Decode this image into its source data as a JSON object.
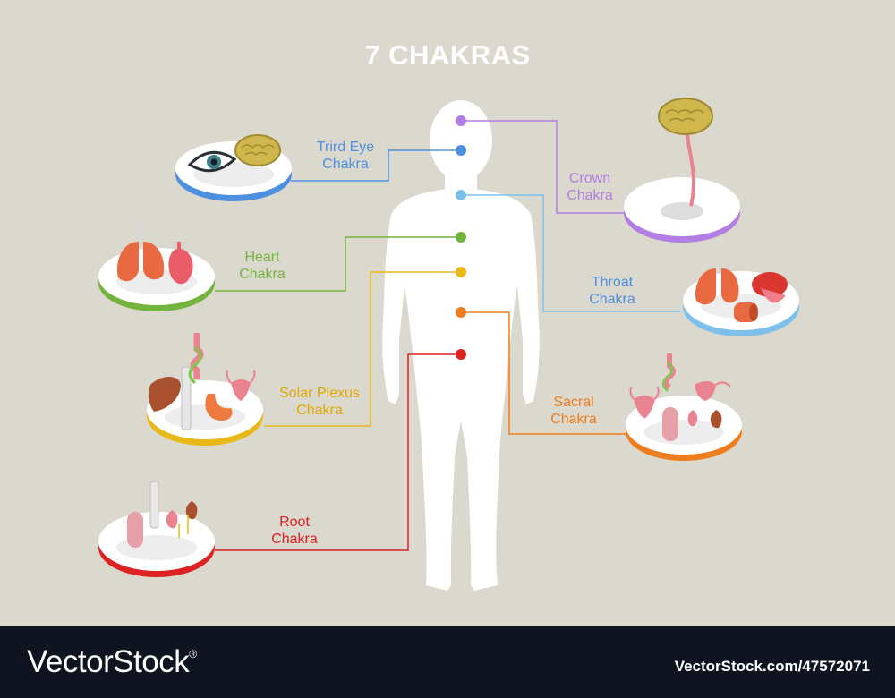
{
  "title": "7 CHAKRAS",
  "colors": {
    "background": "#dbd8cd",
    "body": "#ffffff",
    "crown": "#b27ee3",
    "third_eye": "#4d90e0",
    "throat": "#7ec0ec",
    "heart": "#73b43e",
    "solar_plexus": "#e8b818",
    "sacral": "#ee7d1e",
    "root": "#dd2222"
  },
  "chakras": {
    "crown": {
      "line1": "Crown",
      "line2": "Chakra"
    },
    "third_eye": {
      "line1": "Trird Eye",
      "line2": "Chakra"
    },
    "throat": {
      "line1": "Throat",
      "line2": "Chakra"
    },
    "heart": {
      "line1": "Heart",
      "line2": "Chakra"
    },
    "solar_plexus": {
      "line1": "Solar Plexus",
      "line2": "Chakra"
    },
    "sacral": {
      "line1": "Sacral",
      "line2": "Chakra"
    },
    "root": {
      "line1": "Root",
      "line2": "Chakra"
    }
  },
  "footer": {
    "brand": "VectorStock",
    "registered": "®",
    "image_id": "VectorStock.com/47572071"
  }
}
